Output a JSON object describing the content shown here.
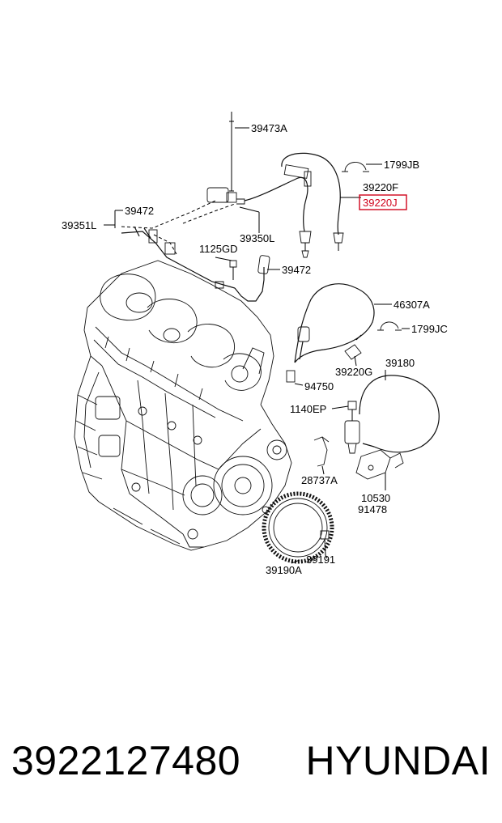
{
  "labels": {
    "l39473A": "39473A",
    "l1799JB": "1799JB",
    "l39220F": "39220F",
    "l39220J": "39220J",
    "l39472a": "39472",
    "l39351L": "39351L",
    "l39350L": "39350L",
    "l1125GD": "1125GD",
    "l39472b": "39472",
    "l46307A": "46307A",
    "l1799JC": "1799JC",
    "l39220G": "39220G",
    "l39180": "39180",
    "l94750": "94750",
    "l1140EP": "1140EP",
    "l28737A": "28737A",
    "l10530": "10530",
    "l91478": "91478",
    "l39191": "39191",
    "l39190A": "39190A"
  },
  "highlight_color": "#d0021b",
  "caption": {
    "part_number": "3922127480",
    "brand": "HYUNDAI"
  }
}
